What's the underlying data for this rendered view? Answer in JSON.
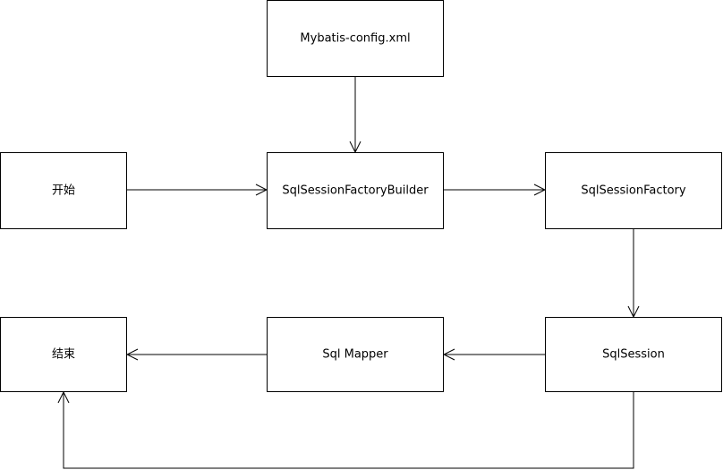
{
  "diagram": {
    "nodes": {
      "config": {
        "label": "Mybatis-config.xml"
      },
      "start": {
        "label": "开始"
      },
      "builder": {
        "label": "SqlSessionFactoryBuilder"
      },
      "factory": {
        "label": "SqlSessionFactory"
      },
      "session": {
        "label": "SqlSession"
      },
      "mapper": {
        "label": "Sql Mapper"
      },
      "end": {
        "label": "结束"
      }
    },
    "edges": [
      {
        "from": "config",
        "to": "builder"
      },
      {
        "from": "start",
        "to": "builder"
      },
      {
        "from": "builder",
        "to": "factory"
      },
      {
        "from": "factory",
        "to": "session"
      },
      {
        "from": "session",
        "to": "mapper"
      },
      {
        "from": "mapper",
        "to": "end"
      },
      {
        "from": "session",
        "to": "end"
      }
    ]
  }
}
